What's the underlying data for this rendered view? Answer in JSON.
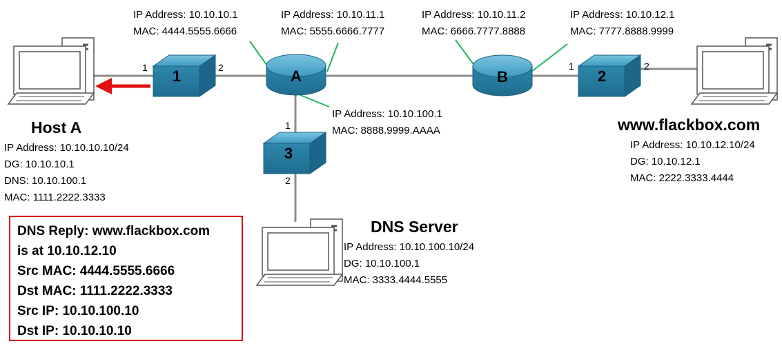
{
  "devices": {
    "switch1": "1",
    "switch2": "2",
    "switch3": "3",
    "routerA": "A",
    "routerB": "B"
  },
  "ports": {
    "sw1_p1": "1",
    "sw1_p2": "2",
    "sw2_p1": "1",
    "sw2_p2": "2",
    "sw3_p1": "1",
    "sw3_p2": "2"
  },
  "interfaces": {
    "a_left": {
      "ip": "IP Address: 10.10.10.1",
      "mac": "MAC: 4444.5555.6666"
    },
    "a_right": {
      "ip": "IP Address: 10.10.11.1",
      "mac": "MAC: 5555.6666.7777"
    },
    "b_left": {
      "ip": "IP Address: 10.10.11.2",
      "mac": "MAC: 6666.7777.8888"
    },
    "b_right": {
      "ip": "IP Address: 10.10.12.1",
      "mac": "MAC: 7777.8888.9999"
    },
    "a_down": {
      "ip": "IP Address: 10.10.100.1",
      "mac": "MAC: 8888.9999.AAAA"
    }
  },
  "host_a": {
    "name": "Host A",
    "ip": "IP Address: 10.10.10.10/24",
    "dg": "DG: 10.10.10.1",
    "dns": "DNS: 10.10.100.1",
    "mac": "MAC: 1111.2222.3333"
  },
  "web_server": {
    "name": "www.flackbox.com",
    "ip": "IP Address: 10.10.12.10/24",
    "dg": "DG: 10.10.12.1",
    "mac": "MAC: 2222.3333.4444"
  },
  "dns_server": {
    "name": "DNS Server",
    "ip": "IP Address: 10.10.100.10/24",
    "dg": "DG: 10.10.100.1",
    "mac": "MAC: 3333.4444.5555"
  },
  "dns_reply": {
    "line1": "DNS Reply: www.flackbox.com",
    "line2": "is at 10.10.12.10",
    "line3": "Src MAC: 4444.5555.6666",
    "line4": "Dst MAC: 1111.2222.3333",
    "line5": "Src IP: 10.10.100.10",
    "line6": "Dst IP: 10.10.10.10"
  },
  "colors": {
    "device_body": "#2f8bb0",
    "device_top": "#4aa3c7",
    "link": "#909090",
    "callout": "#1fb55a",
    "arrow": "#e01010",
    "box_border": "#e00000"
  }
}
